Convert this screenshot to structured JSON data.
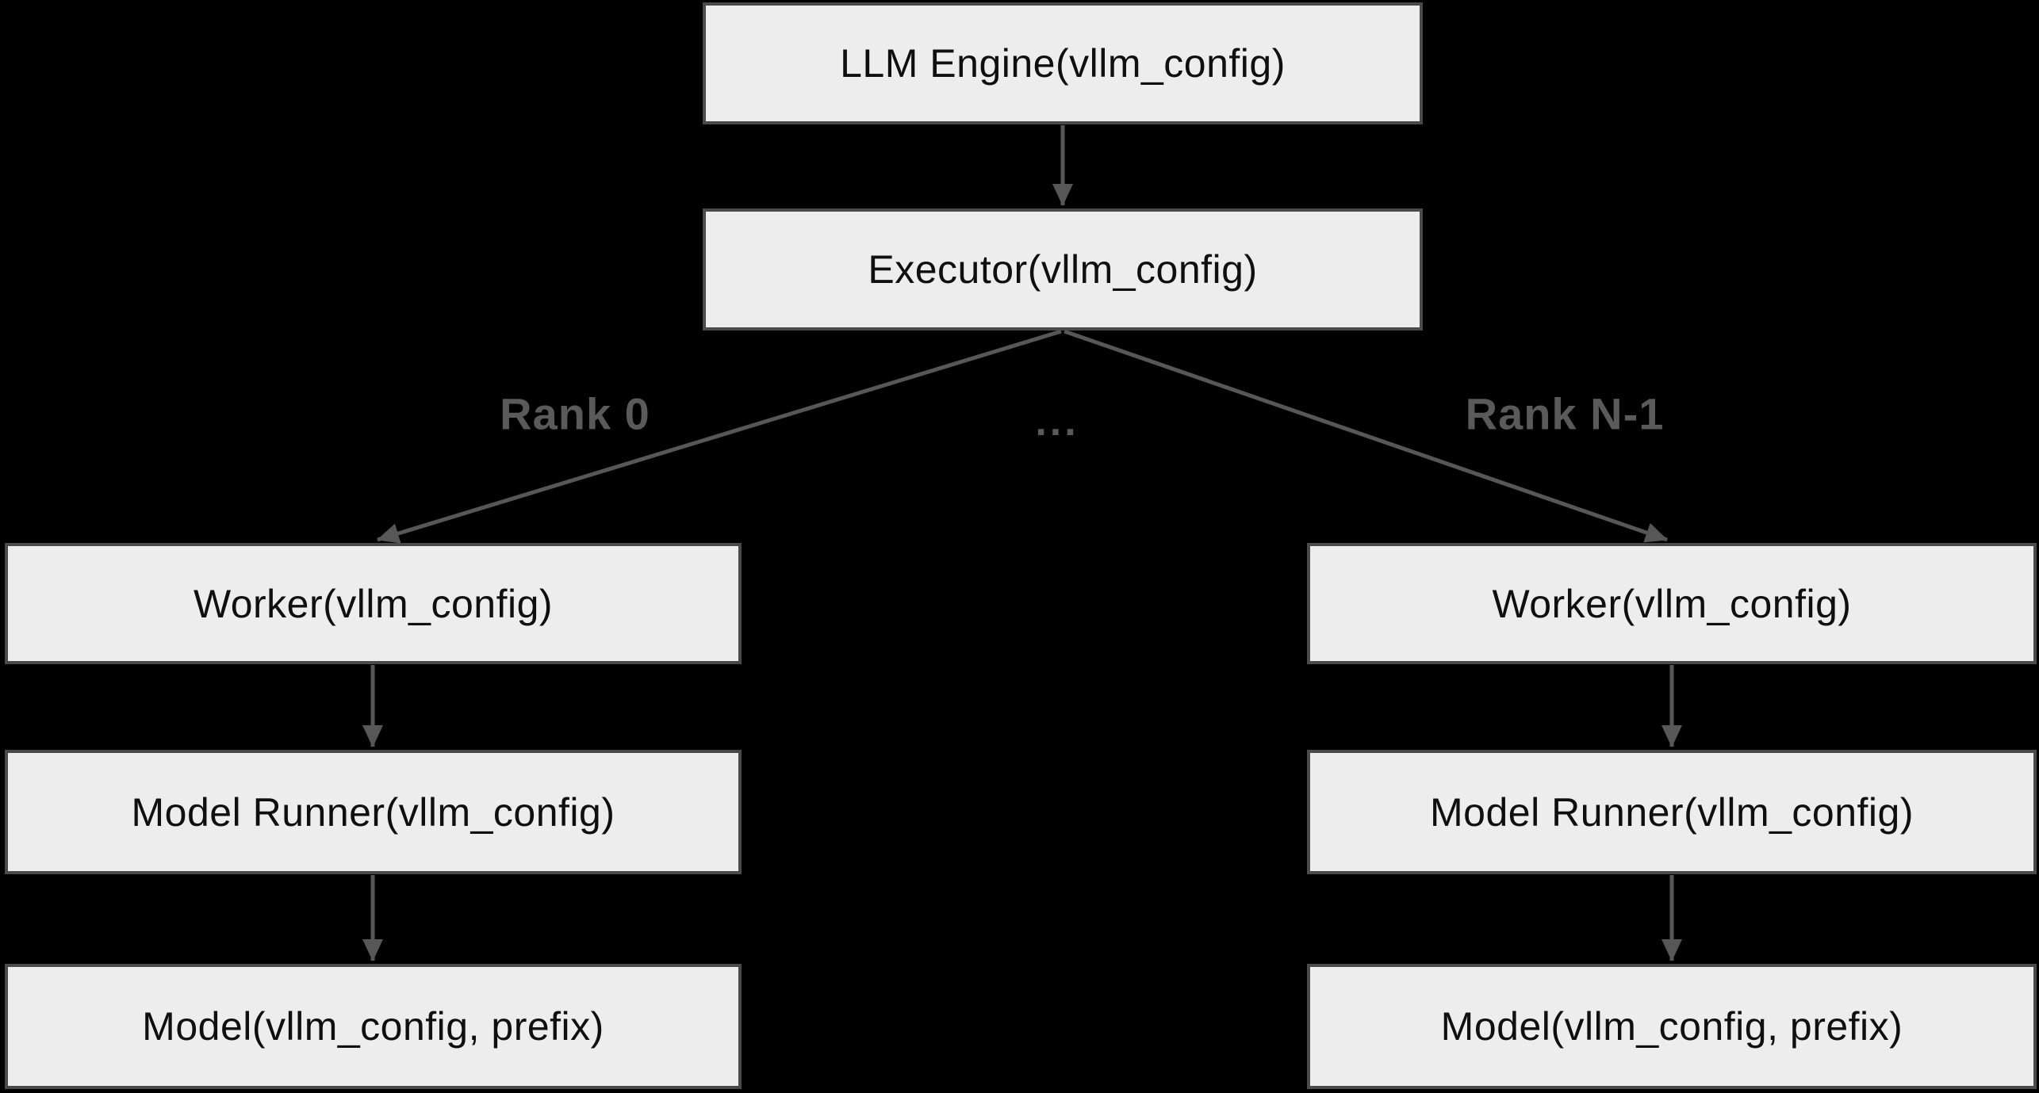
{
  "diagram": {
    "title_semantic": "vLLM engine-executor-worker architecture diagram",
    "colors": {
      "background": "#000000",
      "node_fill": "#ededed",
      "node_border": "#4a4a4a",
      "node_text": "#0f0f0f",
      "edge_line": "#575757",
      "edge_label_text": "#5a5a5a"
    },
    "nodes": [
      {
        "id": "llm-engine",
        "label": "LLM Engine(vllm_config)"
      },
      {
        "id": "executor",
        "label": "Executor(vllm_config)"
      },
      {
        "id": "worker-left",
        "label": "Worker(vllm_config)"
      },
      {
        "id": "model-runner-left",
        "label": "Model Runner(vllm_config)"
      },
      {
        "id": "model-left",
        "label": "Model(vllm_config, prefix)"
      },
      {
        "id": "worker-right",
        "label": "Worker(vllm_config)"
      },
      {
        "id": "model-runner-right",
        "label": "Model Runner(vllm_config)"
      },
      {
        "id": "model-right",
        "label": "Model(vllm_config, prefix)"
      }
    ],
    "edge_labels": {
      "left": "Rank 0",
      "middle": "...",
      "right": "Rank N-1"
    },
    "edges": [
      {
        "from": "llm-engine",
        "to": "executor"
      },
      {
        "from": "executor",
        "to": "worker-left",
        "label": "Rank 0"
      },
      {
        "from": "executor",
        "to": "worker-right",
        "label": "Rank N-1"
      },
      {
        "from": "worker-left",
        "to": "model-runner-left"
      },
      {
        "from": "model-runner-left",
        "to": "model-left"
      },
      {
        "from": "worker-right",
        "to": "model-runner-right"
      },
      {
        "from": "model-runner-right",
        "to": "model-right"
      }
    ]
  }
}
